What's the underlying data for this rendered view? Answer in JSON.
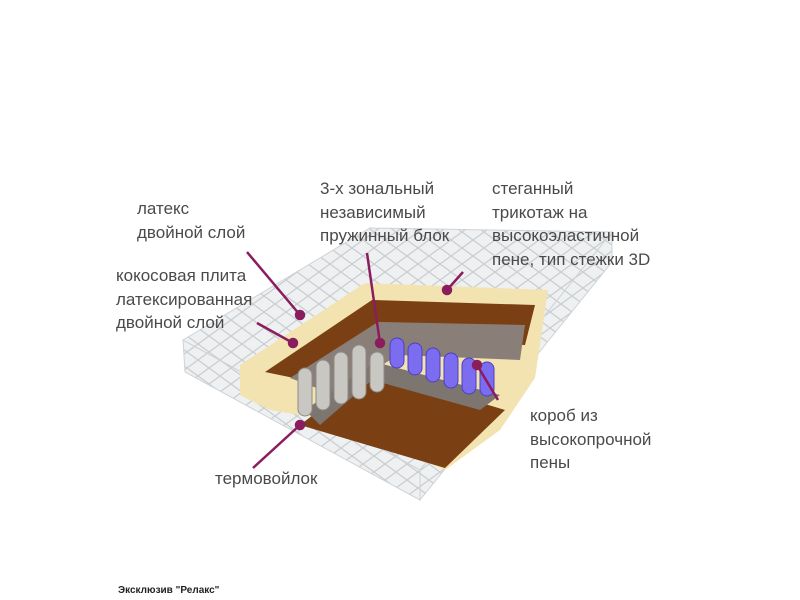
{
  "title": "Эксклюзив \"Релакс\"",
  "colors": {
    "leader": "#8a1d5e",
    "latex": "#f3e3b0",
    "coconut": "#7a3f12",
    "felt": "#8a7f78",
    "springs_center": "#7b6cf0",
    "springs_side": "#c9c7c2",
    "cover": "#eceeef"
  },
  "labels": {
    "latex": [
      "латекс",
      "двойной слой"
    ],
    "coconut": [
      "кокосовая плита",
      "латексированная",
      "двойной слой"
    ],
    "springs": [
      "3-х зональный",
      "независимый",
      "пружинный блок"
    ],
    "cover": [
      "стеганный",
      "трикотаж на",
      "высокоэластичной",
      "пене, тип стежки 3D"
    ],
    "box": [
      "короб из",
      "высокопрочной",
      "пены"
    ],
    "felt": [
      "термовойлок"
    ]
  }
}
